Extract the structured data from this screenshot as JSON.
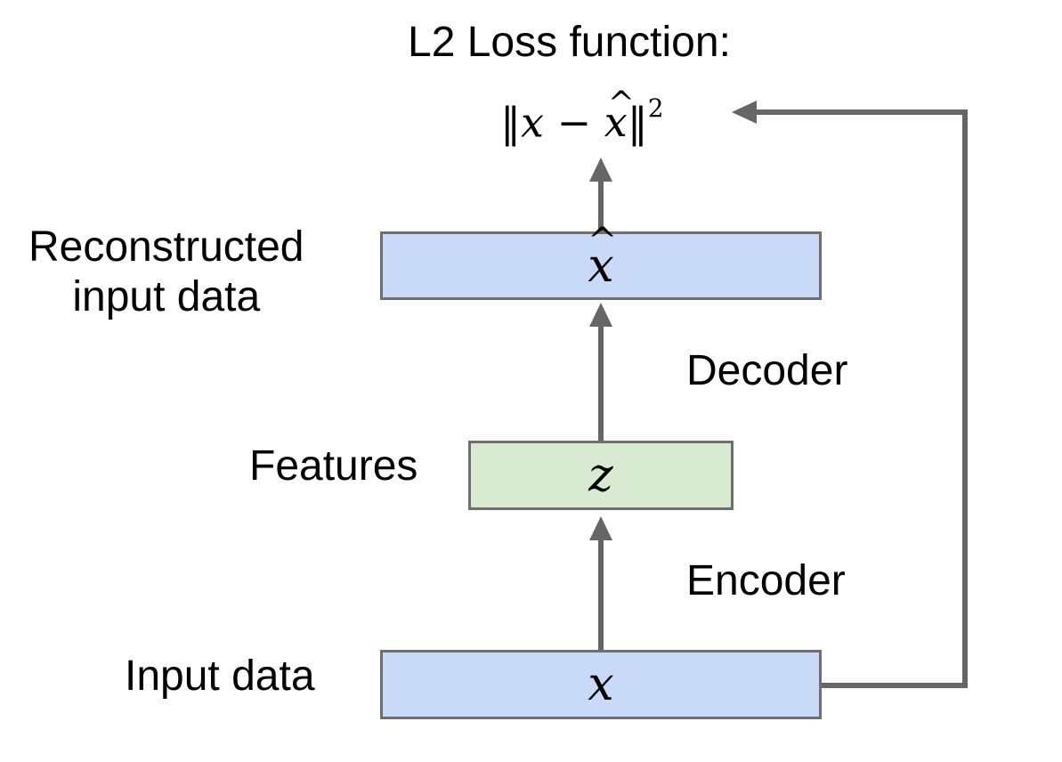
{
  "loss": {
    "title": "L2 Loss function:",
    "formula_left": "‖",
    "formula_x": "x",
    "formula_minus": " − ",
    "formula_xhat": "x",
    "formula_hat_glyph": "^",
    "formula_right": "‖",
    "formula_exp": "2"
  },
  "nodes": {
    "reconstructed": {
      "label_line1": "Reconstructed",
      "label_line2": "input data",
      "symbol": "x",
      "hat": "^",
      "fill": "#c9daf8"
    },
    "features": {
      "label": "Features",
      "symbol": "z",
      "fill": "#d9ead3"
    },
    "input": {
      "label": "Input data",
      "symbol": "x",
      "fill": "#c9daf8"
    }
  },
  "edges": {
    "decoder_label": "Decoder",
    "encoder_label": "Encoder"
  },
  "colors": {
    "arrow": "#666666",
    "box_border": "#6f6f6f"
  }
}
